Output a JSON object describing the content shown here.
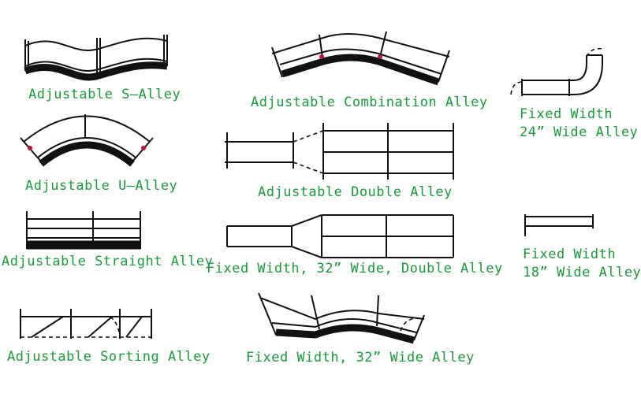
{
  "theme": {
    "label_color": "#1a9a3c",
    "line_color": "#111111",
    "accent_color": "#c0143c"
  },
  "labels": {
    "s_alley": "Adjustable S–Alley",
    "combination_alley": "Adjustable Combination Alley",
    "fixed_24_line1": "Fixed Width",
    "fixed_24_line2": "24” Wide Alley",
    "u_alley": "Adjustable U–Alley",
    "double_alley": "Adjustable Double Alley",
    "straight_alley": "Adjustable Straight Alley",
    "fixed_32_double": "Fixed Width, 32” Wide, Double Alley",
    "fixed_18_line1": "Fixed Width",
    "fixed_18_line2": "18” Wide Alley",
    "sorting_alley": "Adjustable Sorting Alley",
    "fixed_32_alley": "Fixed Width, 32” Wide Alley"
  }
}
